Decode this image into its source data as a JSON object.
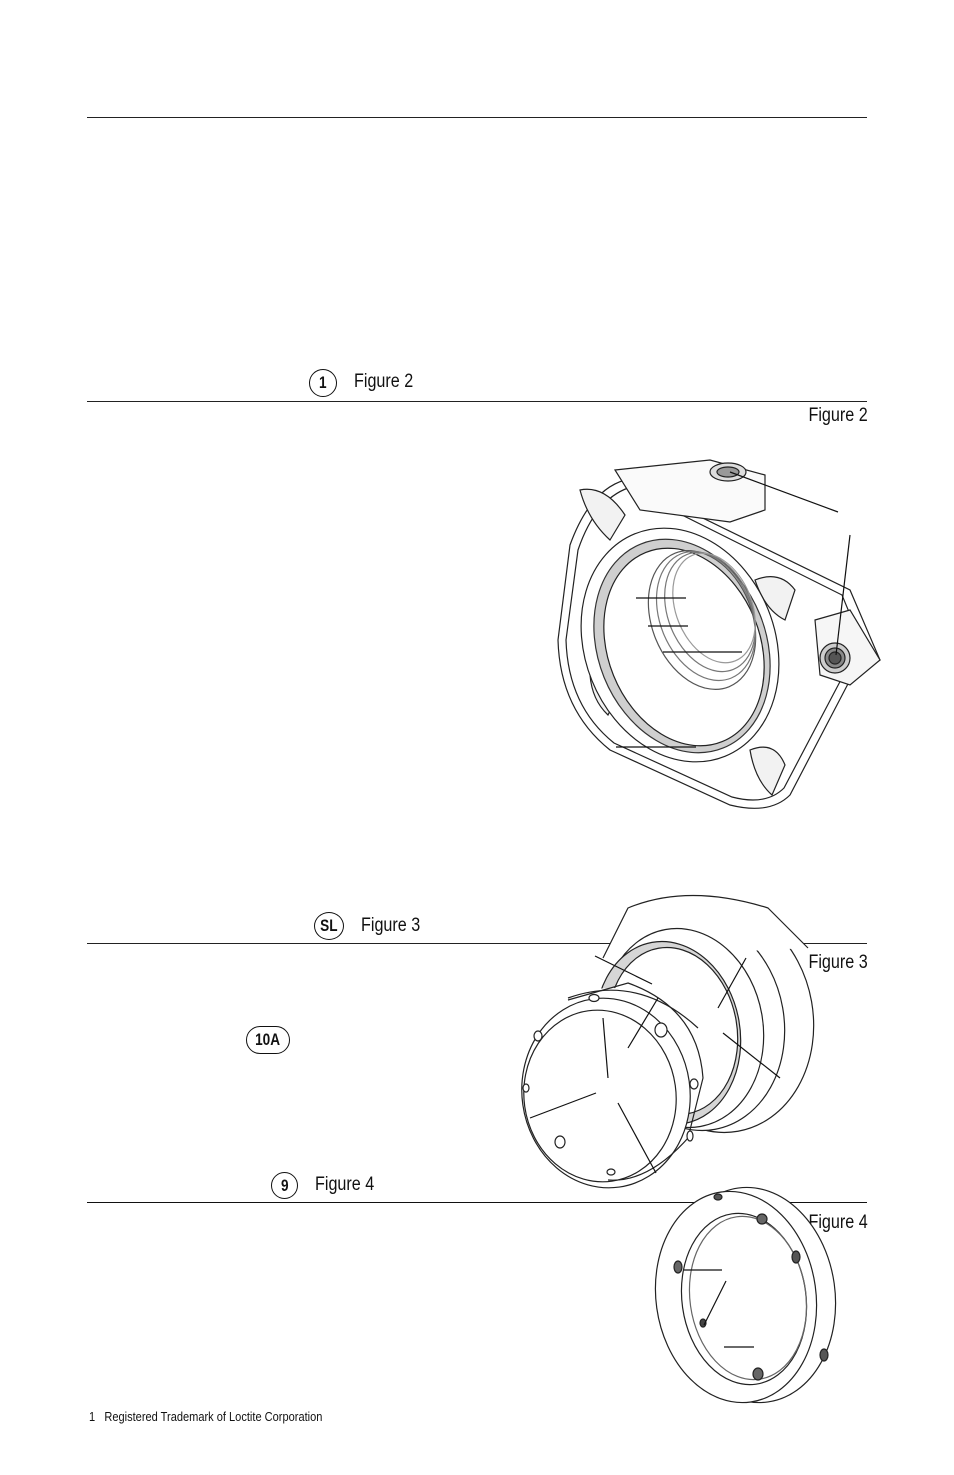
{
  "section1": {
    "badge": "1",
    "ref": "Figure 2"
  },
  "figure2": {
    "label": "Figure 2"
  },
  "section_sl": {
    "badge": "SL",
    "ref": "Figure 3"
  },
  "figure3": {
    "label": "Figure 3"
  },
  "step_10a": {
    "badge": "10A"
  },
  "section9": {
    "badge": "9",
    "ref": "Figure 4"
  },
  "figure4": {
    "label": "Figure 4"
  },
  "footnote": {
    "number": "1",
    "text": "Registered Trademark of Loctite Corporation"
  }
}
